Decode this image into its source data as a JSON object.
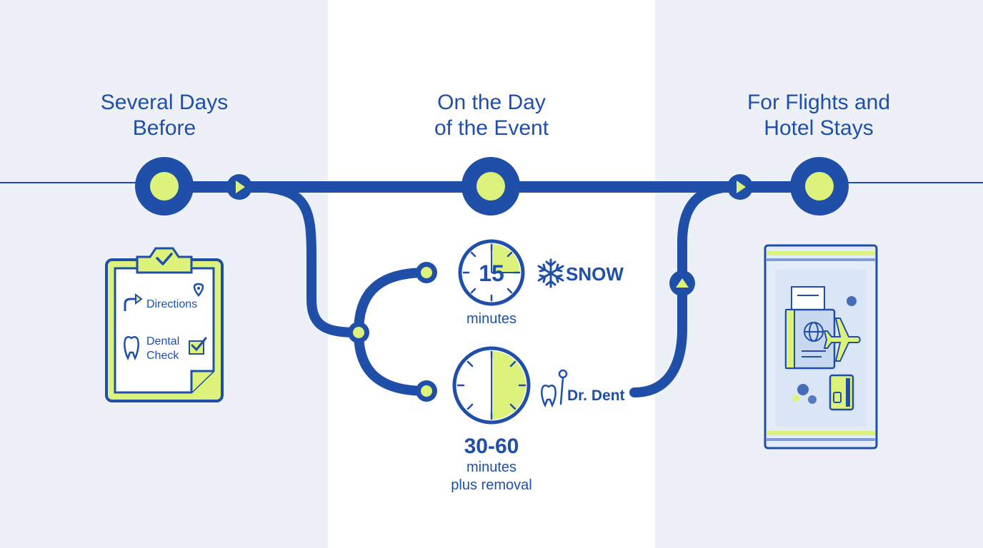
{
  "stages": [
    {
      "heading_line1": "Several Days",
      "heading_line2": "Before"
    },
    {
      "heading_line1": "On the Day",
      "heading_line2": "of the Event"
    },
    {
      "heading_line1": "For Flights and",
      "heading_line2": "Hotel Stays"
    }
  ],
  "checklist": {
    "item1": "Directions",
    "item2_line1": "Dental",
    "item2_line2": "Check"
  },
  "timer_short": {
    "number": "15",
    "unit": "minutes",
    "brand": "SNOW"
  },
  "timer_long": {
    "number": "30-60",
    "unit": "minutes",
    "note": "plus removal",
    "brand": "Dr. Dent"
  },
  "colors": {
    "blue": "#1f4fa8",
    "lime": "#dcf27a",
    "light_bg": "#edf1f7",
    "white_panel": "#ffffff"
  },
  "icons": [
    "clipboard-icon",
    "check-icon",
    "location-pin-icon",
    "arrow-turn-icon",
    "tooth-icon",
    "timer-icon",
    "snowflake-icon",
    "dental-mirror-icon",
    "travel-pouch-icon",
    "passport-icon",
    "globe-icon",
    "airplane-icon",
    "credit-card-icon"
  ]
}
